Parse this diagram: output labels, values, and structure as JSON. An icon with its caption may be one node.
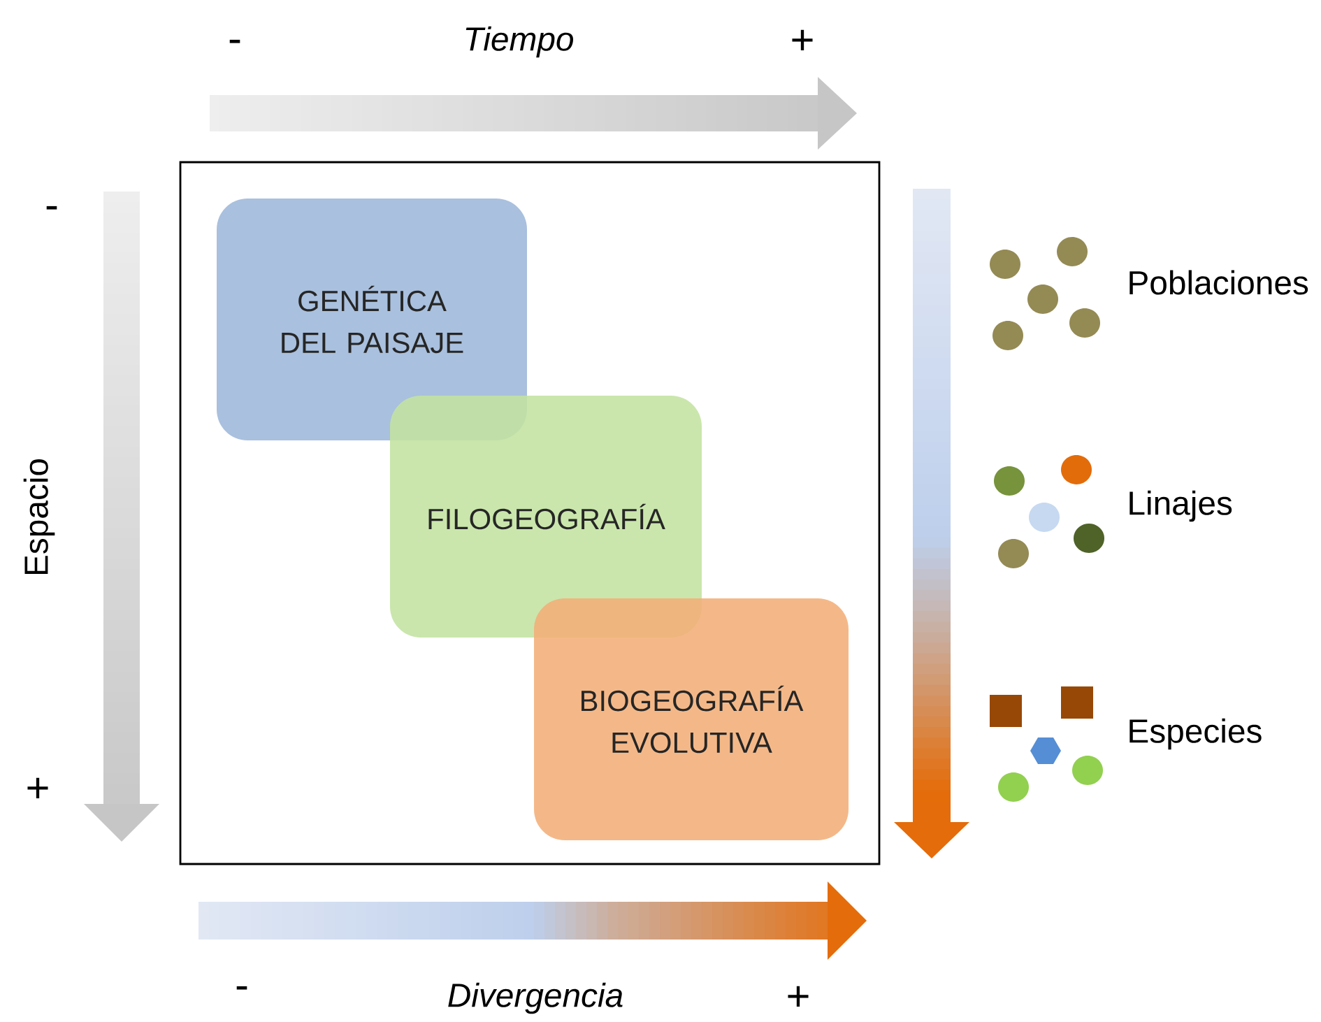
{
  "diagram": {
    "nodes": [
      {
        "text": [
          "GENÉTICA DEL PAISAJE"
        ]
      },
      {
        "text": [
          "FILOGEOGRAFÍA"
        ]
      },
      {
        "text": [
          "BIOGEOGRAFÍA EVOLUTIVA"
        ]
      }
    ],
    "labels": [
      "-",
      "Tiempo",
      "+",
      "-",
      "Espacio",
      "+",
      "Poblaciones",
      "Linajes",
      "Especies",
      "-",
      "Divergencia",
      "+"
    ]
  }
}
